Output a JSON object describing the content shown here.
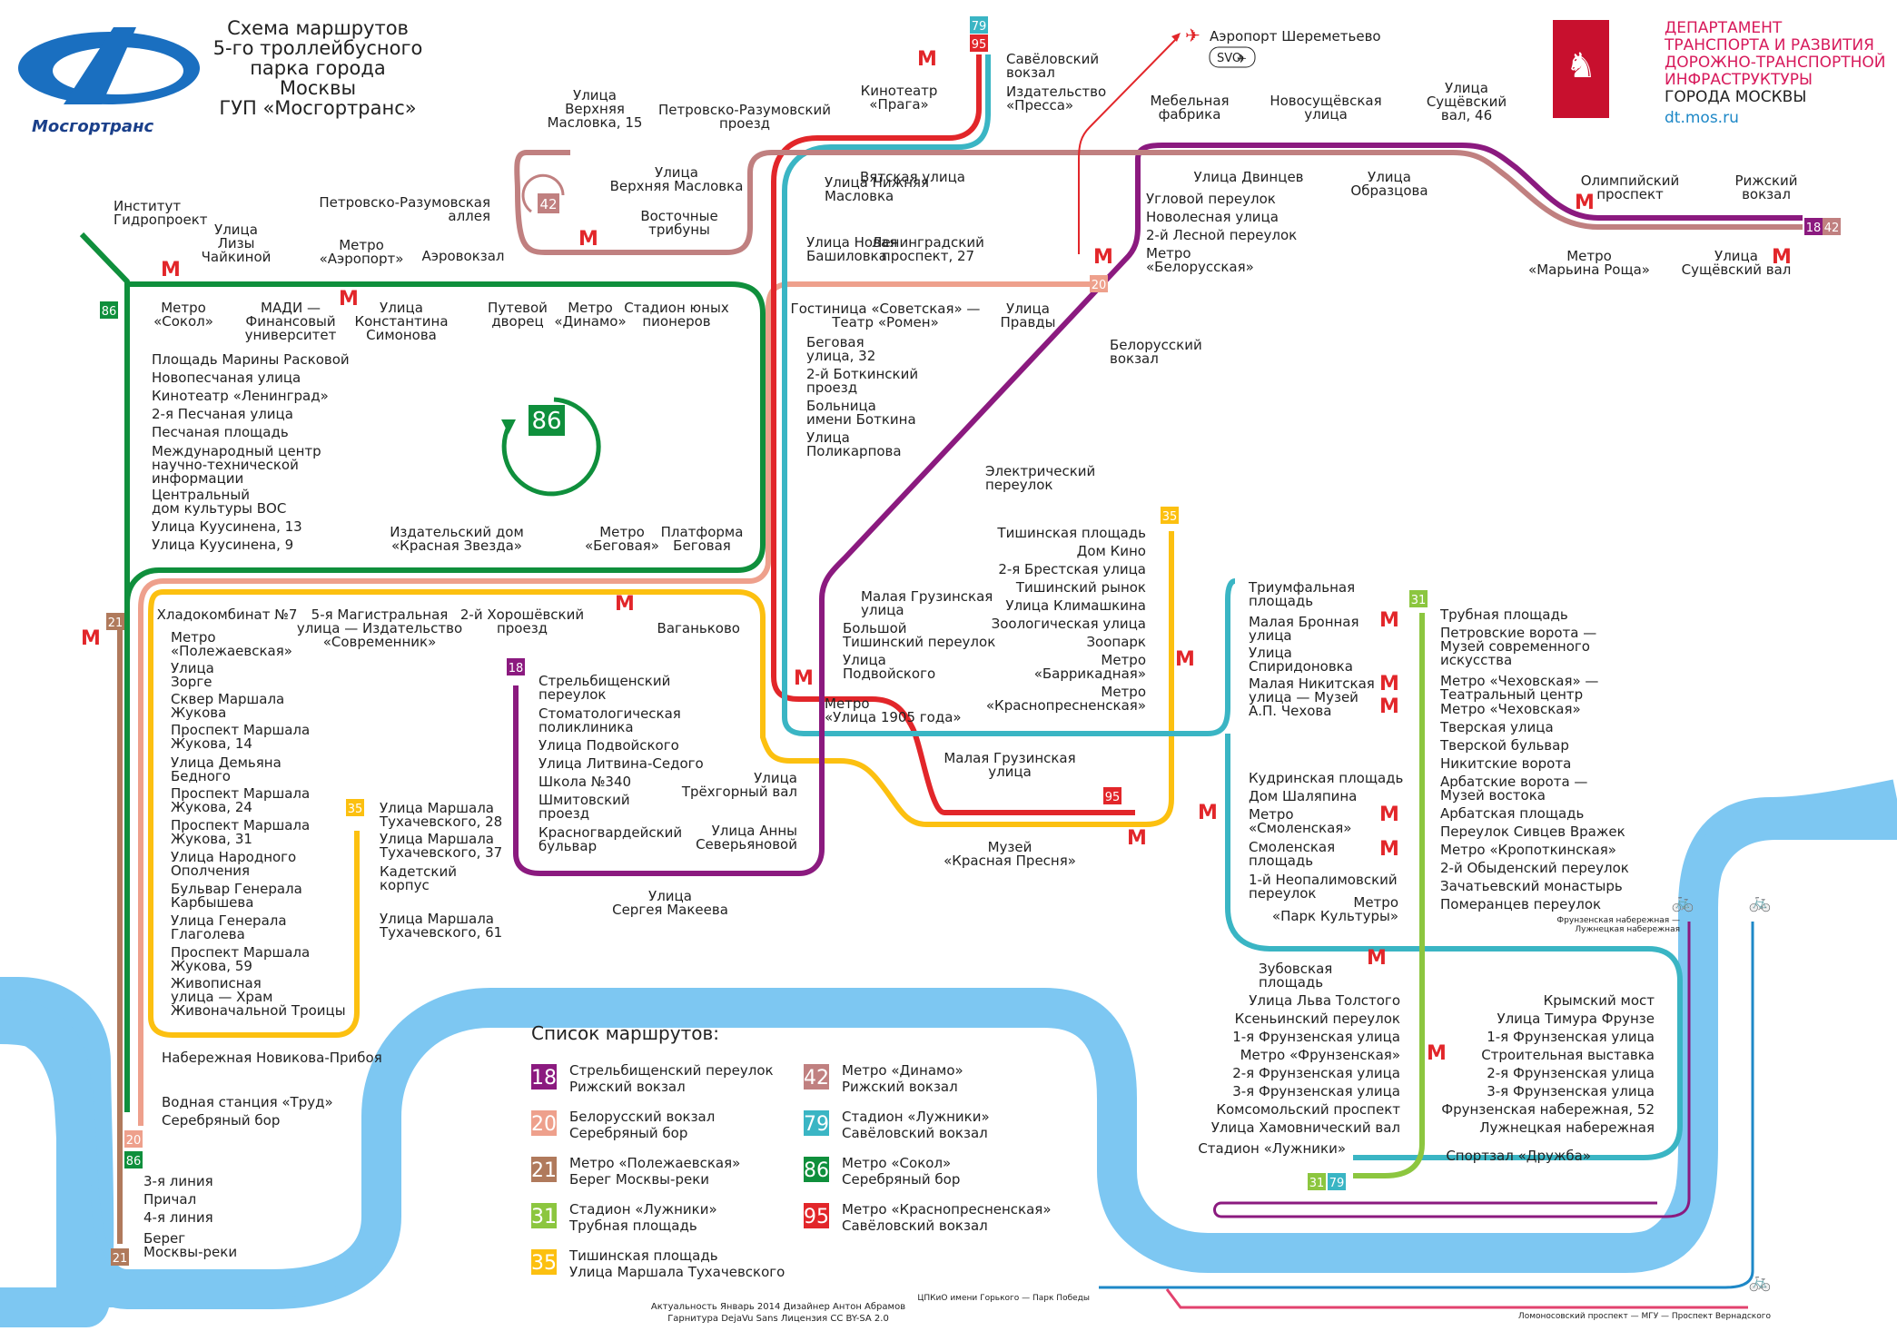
{
  "header": {
    "logo_text": "Мосгортранс",
    "title_lines": [
      "Схема маршрутов",
      "5-го троллейбусного",
      "парка города",
      "Москвы",
      "ГУП «Мосгортранс»"
    ],
    "dept_lines": [
      "ДЕПАРТАМЕНТ",
      "ТРАНСПОРТА И РАЗВИТИЯ",
      "ДОРОЖНО-ТРАНСПОРТНОЙ",
      "ИНФРАСТРУКТУРЫ",
      "ГОРОДА МОСКВЫ"
    ],
    "dept_site": "dt.mos.ru",
    "airport": "Аэропорт Шереметьево",
    "airport_code": "SVO"
  },
  "colors": {
    "r18": "#8b1a7f",
    "r20": "#eea08c",
    "r21": "#b07a5c",
    "r31": "#8cc63f",
    "r35": "#fcc010",
    "r42": "#c08080",
    "r79": "#3ab5c4",
    "r86": "#0f8f3c",
    "r95": "#e2262a",
    "water": "#7dc7f2",
    "metro": "#e2262a",
    "dept": "#d71a5b",
    "site": "#1e88c7"
  },
  "route_badges": {
    "r18": "18",
    "r20": "20",
    "r21": "21",
    "r31": "31",
    "r35": "35",
    "r42": "42",
    "r79": "79",
    "r86": "86",
    "r95": "95"
  },
  "stops_top": [
    "Институт\nГидропроект",
    "Улица\nЛизы\nЧайкиной",
    "Метро\n«Аэропорт»",
    "Аэровокзал",
    "Улица\nВерхняя\nМасловка, 15",
    "Петровско-Разумовский\nпроезд",
    "Кинотеатр\n«Прага»",
    "Савёловский\nвокзал",
    "Издательство\n«Пресса»",
    "Улица\nВерхняя Масловка",
    "Петровско-Разумовская\nаллея",
    "Восточные\nтрибуны",
    "Вятская улица",
    "Мебельная\nфабрика",
    "Новосущёвская\nулица",
    "Улица\nСущёвский\nвал, 46",
    "Улица Двинцев",
    "Улица\nОбразцова",
    "Олимпийский\nпроспект",
    "Рижский\nвокзал",
    "Метро\n«Марьина Роща»",
    "Улица\nСущёвский вал",
    "Угловой переулок",
    "Новолесная улица",
    "2-й Лесной переулок",
    "Метро\n«Белорусская»",
    "Улица Нижняя\nМасловка",
    "Улица Новая\nБашиловка",
    "Ленинградский\nпроспект, 27"
  ],
  "stops_green": [
    "Метро\n«Сокол»",
    "МАДИ —\nФинансовый\nуниверситет",
    "Улица\nКонстантина\nСимонова",
    "Путевой\nдворец",
    "Метро\n«Динамо»",
    "Стадион юных\nпионеров",
    "Площадь Марины Расковой",
    "Новопесчаная улица",
    "Кинотеатр «Ленинград»",
    "2-я Песчаная улица",
    "Песчаная площадь",
    "Международный центр\nнаучно-технической\nинформации",
    "Центральный\nдом культуры ВОС",
    "Улица Куусинена, 13",
    "Улица Куусинена, 9"
  ],
  "stops_center": [
    "Гостиница «Советская» —\nТеатр «Ромен»",
    "Улица\nПравды",
    "Белорусский\nвокзал",
    "Беговая\nулица, 32",
    "2-й Боткинский\nпроезд",
    "Больница\nимени Боткина",
    "Улица\nПоликарпова",
    "Электрический\nпереулок",
    "Издательский дом\n«Красная Звезда»",
    "Метро\n«Беговая»",
    "Платформа\nБеговая",
    "Хладокомбинат №7",
    "5-я Магистральная\nулица — Издательство\n«Современник»",
    "2-й Хорошёвский\nпроезд",
    "Ваганьково",
    "Малая Грузинская\nулица",
    "Большой\nТишинский переулок",
    "Улица\nПодвойского",
    "Метро\n«Улица 1905 года»",
    "Малая Грузинская\nулица",
    "Улица\nТрёхгорный вал",
    "Улица Анны\nСеверьяновой",
    "Улица\nСергея Макеева",
    "Музей\n«Красная Пресня»",
    "Метро\n«Краснопресненская»"
  ],
  "stops_r18": [
    "Стрельбищенский\nпереулок",
    "Стоматологическая\nполиклиника",
    "Улица Подвойского",
    "Улица Литвина-Седого",
    "Школа №340",
    "Шмитовский\nпроезд",
    "Красногвардейский\nбульвар"
  ],
  "stops_r35": [
    "Тишинская площадь",
    "Дом Кино",
    "2-я Брестская улица",
    "Тишинский рынок",
    "Улица Климашкина",
    "Зоологическая улица",
    "Зоопарк",
    "Метро\n«Баррикадная»"
  ],
  "stops_west": [
    "Метро\n«Полежаевская»",
    "Улица\nЗорге",
    "Сквер Маршала\nЖукова",
    "Проспект Маршала\nЖукова, 14",
    "Улица Демьяна\nБедного",
    "Проспект Маршала\nЖукова, 24",
    "Проспект Маршала\nЖукова, 31",
    "Улица Народного\nОполчения",
    "Бульвар Генерала\nКарбышева",
    "Улица Генерала\nГлаголева",
    "Проспект Маршала\nЖукова, 59",
    "Живописная\nулица — Храм\nЖивоначальной Троицы",
    "Набережная Новикова-Прибоя",
    "Водная станция «Труд»",
    "Серебряный бор",
    "3-я линия",
    "Причал",
    "4-я линия",
    "Берег\nМосквы-реки"
  ],
  "stops_tukh": [
    "Улица Маршала\nТухачевского, 28",
    "Улица Маршала\nТухачевского, 37",
    "Кадетский\nкорпус",
    "Улица Маршала\nТухачевского, 61"
  ],
  "stops_r79": [
    "Триумфальная\nплощадь",
    "Малая Бронная\nулица",
    "Улица\nСпиридоновка",
    "Малая Никитская\nулица — Музей\nА.П. Чехова",
    "Кудринская площадь",
    "Дом Шаляпина",
    "Метро\n«Смоленская»",
    "Смоленская\nплощадь",
    "1-й Неопалимовский\nпереулок",
    "Метро\n«Парк Культуры»",
    "Зубовская\nплощадь"
  ],
  "stops_r31": [
    "Трубная площадь",
    "Петровские ворота —\nМузей современного\nискусства",
    "Метро «Чеховская» —\nТеатральный центр",
    "Метро «Чеховская»",
    "Тверская улица",
    "Тверской бульвар",
    "Никитские ворота",
    "Арбатские ворота —\nМузей востока",
    "Арбатская площадь",
    "Переулок Сивцев Вражек",
    "Метро «Кропоткинская»",
    "2-й Обыденский переулок",
    "Зачатьевский монастырь",
    "Померанцев переулок"
  ],
  "stops_south_left": [
    "Улица Льва Толстого",
    "Ксеньинский переулок",
    "1-я Фрунзенская улица",
    "Метро «Фрунзенская»",
    "2-я Фрунзенская улица",
    "3-я Фрунзенская улица",
    "Комсомольский проспект",
    "Улица Хамовнический вал",
    "Стадион «Лужники»"
  ],
  "stops_south_right": [
    "Крымский мост",
    "Улица Тимура Фрунзе",
    "1-я Фрунзенская улица",
    "Строительная выставка",
    "2-я Фрунзенская улица",
    "3-я Фрунзенская улица",
    "Фрунзенская набережная, 52",
    "Лужнецкая набережная",
    "Спортзал «Дружба»"
  ],
  "bike_labels": [
    "Фрунзенская набережная —\nЛужнецкая набережная",
    "ЦПКиО имени Горького — Парк Победы",
    "Ломоносовский проспект — МГУ — Проспект Вернадского"
  ],
  "legend": {
    "title": "Список маршрутов:",
    "items": [
      {
        "num": "18",
        "key": "r18",
        "a": "Стрельбищенский переулок",
        "b": "Рижский вокзал"
      },
      {
        "num": "20",
        "key": "r20",
        "a": "Белорусский вокзал",
        "b": "Серебряный бор"
      },
      {
        "num": "21",
        "key": "r21",
        "a": "Метро «Полежаевская»",
        "b": "Берег Москвы-реки"
      },
      {
        "num": "31",
        "key": "r31",
        "a": "Стадион «Лужники»",
        "b": "Трубная площадь"
      },
      {
        "num": "35",
        "key": "r35",
        "a": "Тишинская площадь",
        "b": "Улица Маршала Тухачевского"
      },
      {
        "num": "42",
        "key": "r42",
        "a": "Метро «Динамо»",
        "b": "Рижский вокзал"
      },
      {
        "num": "79",
        "key": "r79",
        "a": "Стадион «Лужники»",
        "b": "Савёловский вокзал"
      },
      {
        "num": "86",
        "key": "r86",
        "a": "Метро «Сокол»",
        "b": "Серебряный бор"
      },
      {
        "num": "95",
        "key": "r95",
        "a": "Метро «Краснопресненская»",
        "b": "Савёловский вокзал"
      }
    ]
  },
  "footer": {
    "line1": "Актуальность Январь 2014 Дизайнер Антон Абрамов",
    "line2": "Гарнитура DejaVu Sans Лицензия CC BY-SA 2.0"
  }
}
